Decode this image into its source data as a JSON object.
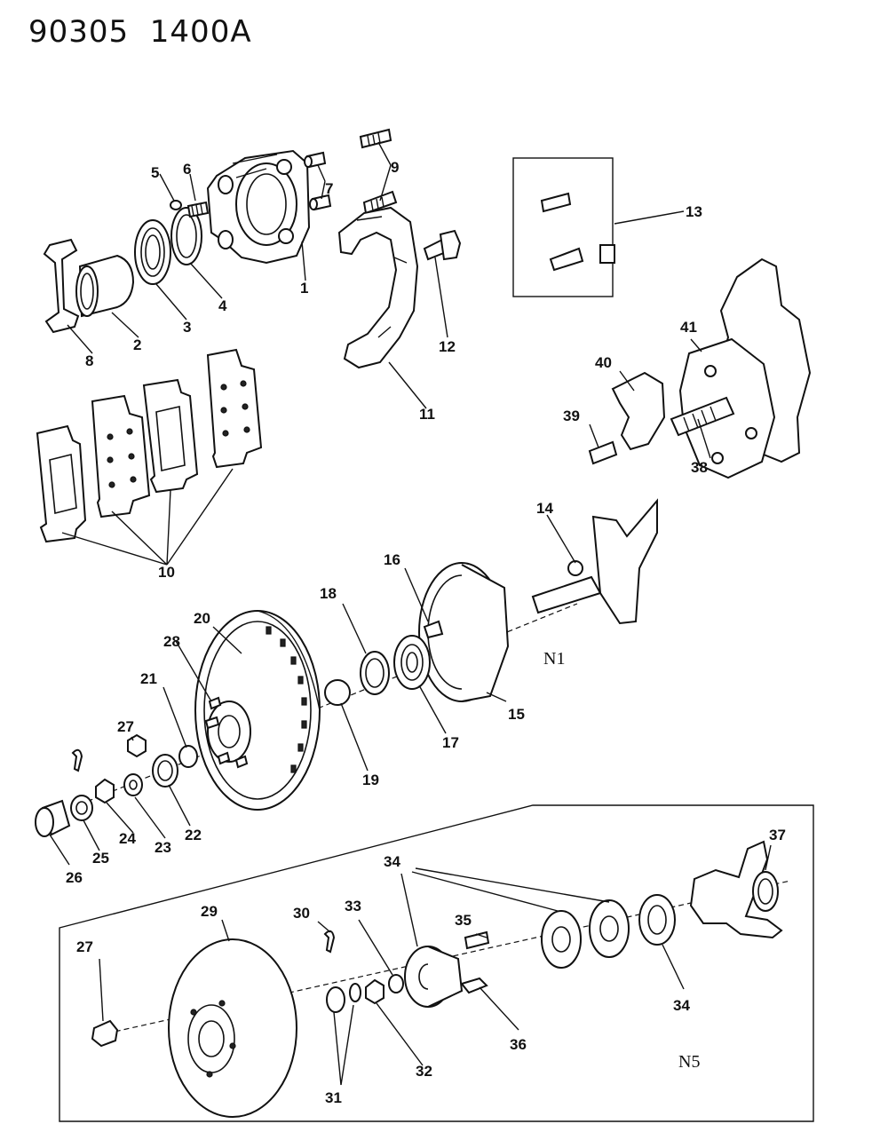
{
  "header": {
    "code_left": "90305",
    "code_right": "1400A"
  },
  "notes": {
    "n1": "N1",
    "n5": "N5"
  },
  "callouts": {
    "c1": "1",
    "c2": "2",
    "c3": "3",
    "c4": "4",
    "c5": "5",
    "c6": "6",
    "c7": "7",
    "c8": "8",
    "c9": "9",
    "c10": "10",
    "c11": "11",
    "c12": "12",
    "c13": "13",
    "c14": "14",
    "c15": "15",
    "c16": "16",
    "c17": "17",
    "c18": "18",
    "c19": "19",
    "c20": "20",
    "c21": "21",
    "c22": "22",
    "c23": "23",
    "c24": "24",
    "c25": "25",
    "c26": "26",
    "c27": "27",
    "c28": "28",
    "c29": "29",
    "c30": "30",
    "c31": "31",
    "c32": "32",
    "c33": "33",
    "c34": "34",
    "c35": "35",
    "c36": "36",
    "c37": "37",
    "c38": "38",
    "c39": "39",
    "c40": "40",
    "c41": "41"
  }
}
